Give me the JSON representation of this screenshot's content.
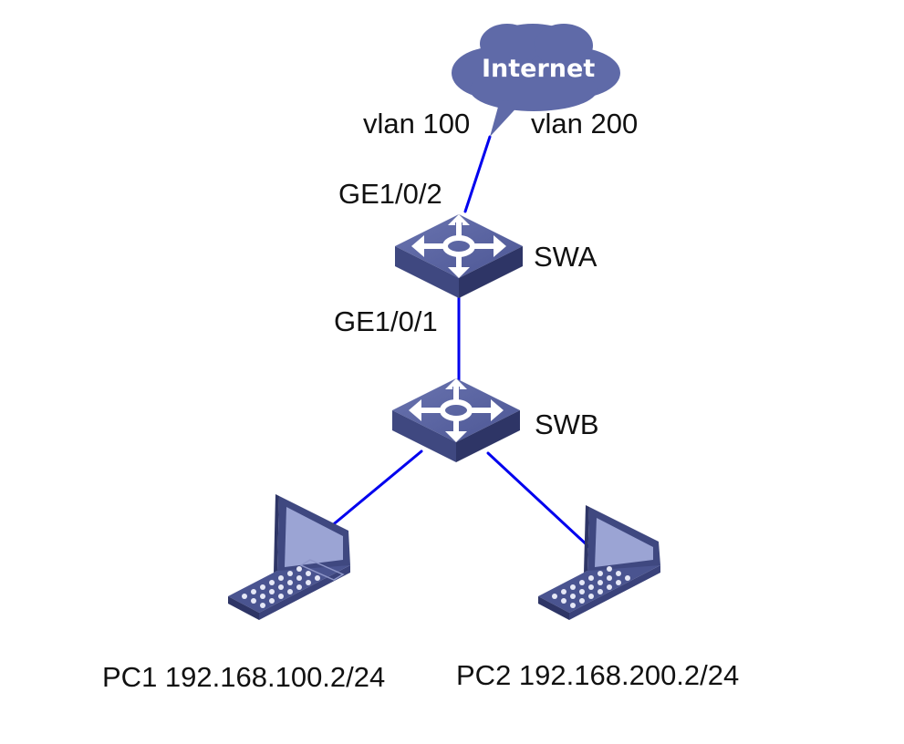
{
  "diagram": {
    "title": "",
    "cloud": {
      "label": "Internet",
      "color": "#5f6aa8"
    },
    "link_color": "#0000ee",
    "device_color": "#4a5490",
    "nodes": [
      {
        "id": "internet",
        "type": "cloud",
        "label": "Internet"
      },
      {
        "id": "swa",
        "type": "switch",
        "label": "SWA"
      },
      {
        "id": "swb",
        "type": "switch",
        "label": "SWB"
      },
      {
        "id": "pc1",
        "type": "laptop",
        "label": "PC1 192.168.100.2/24"
      },
      {
        "id": "pc2",
        "type": "laptop",
        "label": "PC2 192.168.200.2/24"
      }
    ],
    "links": [
      {
        "from": "internet",
        "to": "swa",
        "port_to": "GE1/0/2",
        "vlans": [
          "vlan 100",
          "vlan 200"
        ]
      },
      {
        "from": "swa",
        "to": "swb",
        "port_from": "GE1/0/1"
      },
      {
        "from": "swb",
        "to": "pc1"
      },
      {
        "from": "swb",
        "to": "pc2"
      }
    ],
    "labels": {
      "vlan_left": "vlan 100",
      "vlan_right": "vlan 200",
      "swa_uplink_port": "GE1/0/2",
      "swa_downlink_port": "GE1/0/1",
      "swa": "SWA",
      "swb": "SWB",
      "pc1": "PC1 192.168.100.2/24",
      "pc2": "PC2 192.168.200.2/24"
    }
  }
}
